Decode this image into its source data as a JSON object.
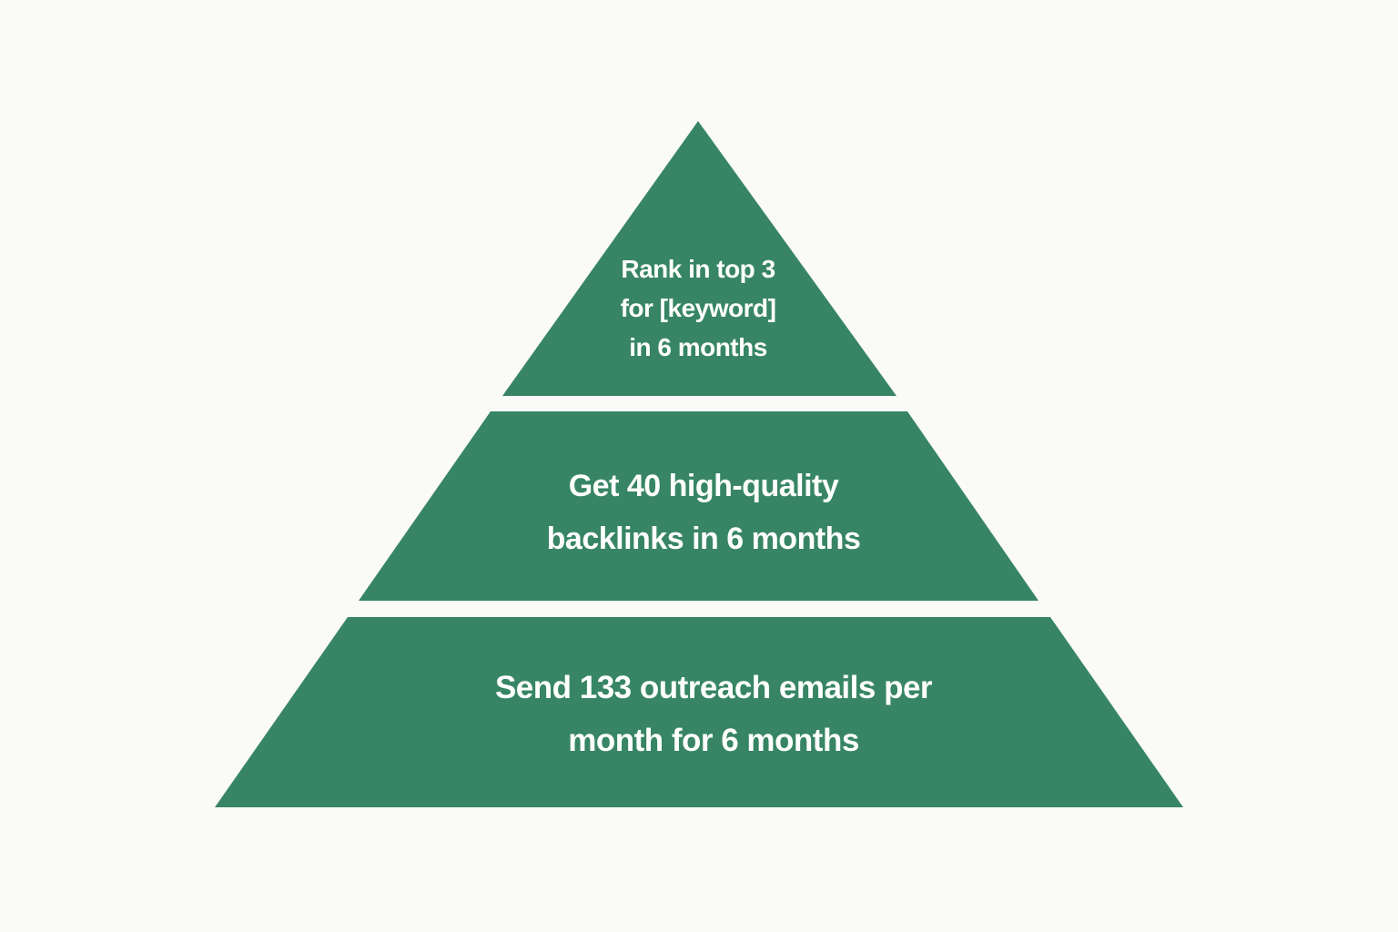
{
  "diagram": {
    "type": "pyramid",
    "fill_color": "#378565",
    "background_color": "#fafaf9",
    "text_color": "#ffffff",
    "tiers": [
      {
        "level": "top",
        "label": "Rank in top 3\nfor [keyword]\nin 6 months"
      },
      {
        "level": "middle",
        "label": "Get 40 high-quality\nbacklinks in 6 months"
      },
      {
        "level": "bottom",
        "label": "Send 133 outreach emails per\nmonth for 6 months"
      }
    ]
  }
}
